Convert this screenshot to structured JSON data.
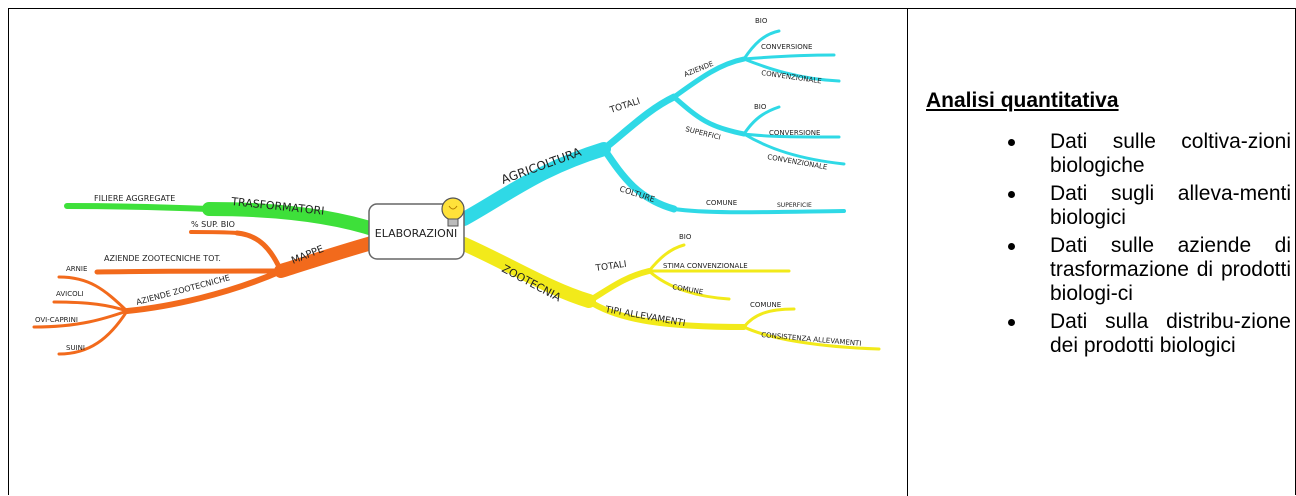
{
  "mindmap": {
    "center": "ELABORAZIONI",
    "icon": "lightbulb-icon",
    "branches": {
      "agricoltura": {
        "label": "AGRICOLTURA",
        "color": "#2fd9e6",
        "totali": "TOTALI",
        "aziende": "AZIENDE",
        "aziende_items": [
          "BIO",
          "CONVERSIONE",
          "CONVENZIONALE"
        ],
        "superfici": "SUPERFICI",
        "superfici_items": [
          "BIO",
          "CONVERSIONE",
          "CONVENZIONALE"
        ],
        "colture": "COLTURE",
        "comune": "COMUNE",
        "superficie": "SUPERFICIE"
      },
      "zootecnia": {
        "label": "ZOOTECNIA",
        "color": "#f2ea1a",
        "totali": "TOTALI",
        "totali_items": [
          "BIO",
          "STIMA CONVENZIONALE",
          "COMUNE"
        ],
        "tipi": "TIPI ALLEVAMENTI",
        "tipi_items": [
          "COMUNE",
          "CONSISTENZA ALLEVAMENTI"
        ]
      },
      "trasformatori": {
        "label": "TRASFORMATORI",
        "color": "#3ee03a",
        "child": "FILIERE AGGREGATE"
      },
      "mappe": {
        "label": "MAPPE",
        "color": "#f26a1c",
        "sup_bio": "% SUP. BIO",
        "aziende_tot": "AZIENDE ZOOTECNICHE TOT.",
        "aziende": "AZIENDE ZOOTECNICHE",
        "aziende_items": [
          "ARNIE",
          "AVICOLI",
          "OVI-CAPRINI",
          "SUINI"
        ]
      }
    }
  },
  "panel": {
    "title": "Analisi quantitativa",
    "items": [
      "Dati sulle coltiva-zioni biologiche",
      "Dati sugli alleva-menti biologici",
      "Dati sulle aziende di trasformazione di prodotti biologi-ci",
      "Dati sulla distribu-zione dei prodotti biologici"
    ]
  }
}
